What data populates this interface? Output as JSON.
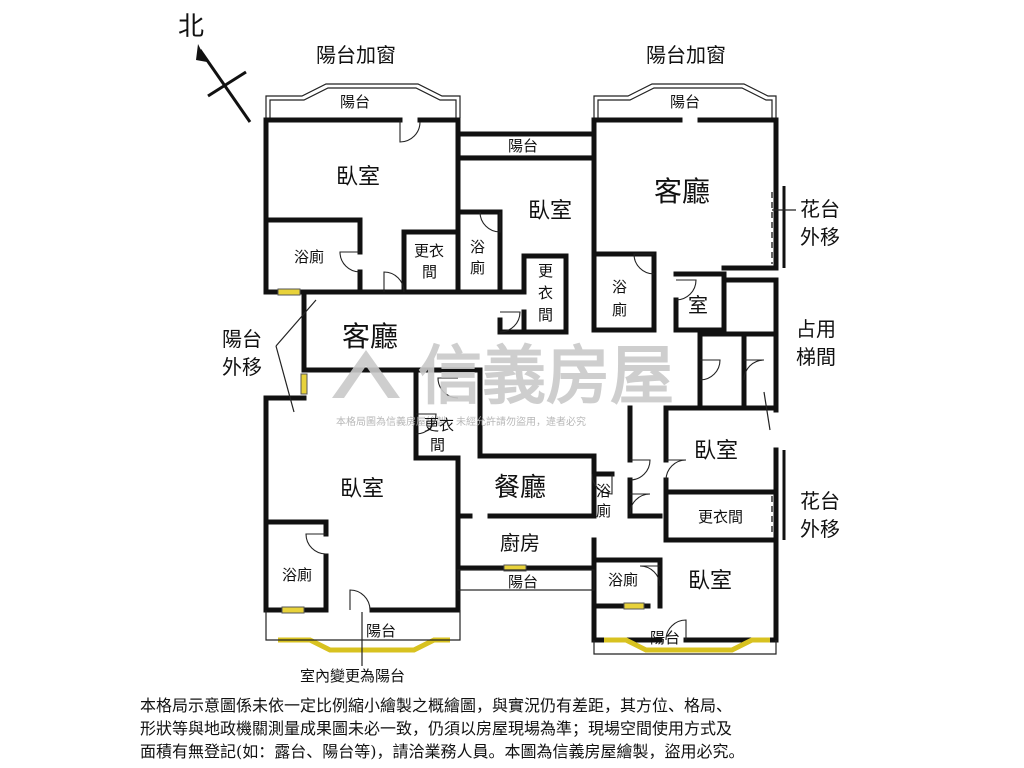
{
  "compass": {
    "north": "北"
  },
  "labels": {
    "bal_window_l": "陽台加窗",
    "bal_window_r": "陽台加窗",
    "balcony_top_l": "陽台",
    "balcony_top_mid": "陽台",
    "balcony_top_r": "陽台",
    "bedroom_1": "臥室",
    "bedroom_2": "臥室",
    "bedroom_3": "臥室",
    "bedroom_4": "臥室",
    "bedroom_5": "臥室",
    "living_main": "客廳",
    "living_2": "客廳",
    "bath_1": "浴廁",
    "bath_2a": "浴",
    "bath_2b": "廁",
    "bath_3a": "浴",
    "bath_3b": "廁",
    "bath_4": "浴廁",
    "bath_5a": "浴",
    "bath_5b": "廁",
    "bath_6": "浴廁",
    "closet_1a": "更衣",
    "closet_1b": "間",
    "closet_2a": "更",
    "closet_2b": "衣",
    "closet_2c": "間",
    "closet_3a": "更衣",
    "closet_3b": "間",
    "closet_4": "更衣間",
    "room_small": "室",
    "dining": "餐廳",
    "kitchen": "廚房",
    "balcony_mid_bottom": "陽台",
    "balcony_bottom_l": "陽台",
    "balcony_bottom_r": "陽台",
    "flower_1a": "花台",
    "flower_1b": "外移",
    "flower_2a": "花台",
    "flower_2b": "外移",
    "stair_a": "占用",
    "stair_b": "梯間",
    "bal_moved_a": "陽台",
    "bal_moved_b": "外移",
    "indoor_to_balcony": "室內變更為陽台"
  },
  "watermark": {
    "brand": "信義房屋",
    "note": "本格局圖為信義房屋繪製，未經允許請勿盜用，違者必究"
  },
  "disclaimer": {
    "line1": "本格局示意圖係未依一定比例縮小繪製之概繪圖，與實況仍有差距，其方位、格局、",
    "line2": "形狀等與地政機關測量成果圖未必一致，仍須以房屋現場為準；現場空間使用方式及",
    "line3": "面積有無登記(如：露台、陽台等)，請洽業務人員。本圖為信義房屋繪製，盜用必究。"
  },
  "colors": {
    "wall": "#111111",
    "window": "#e8d23a",
    "watermark": "#c9c9c9"
  }
}
